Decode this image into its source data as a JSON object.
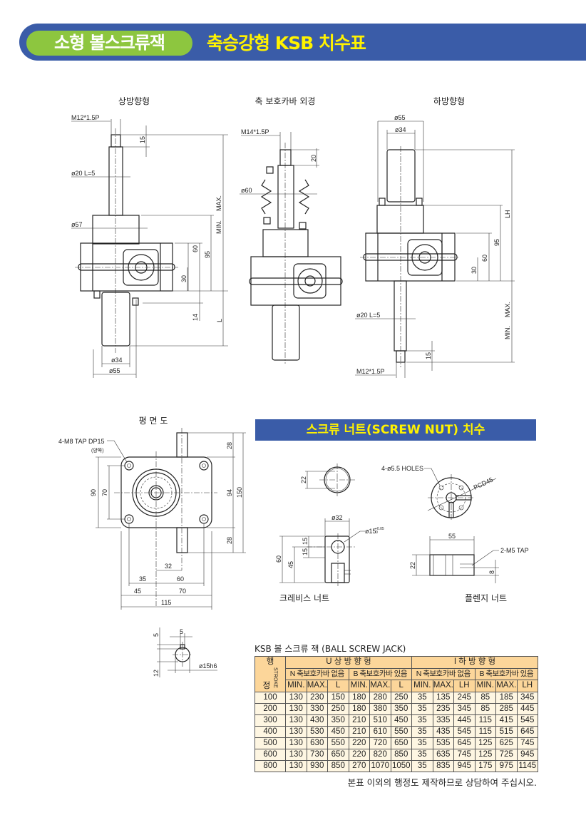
{
  "header": {
    "category": "소형 볼스크류잭",
    "title": "축승강형 KSB 치수표"
  },
  "drawings": {
    "up": {
      "title": "상방향형",
      "thread": "M12*1.5P",
      "d15": "15",
      "shaft": "ø20  L=5",
      "d57": "ø57",
      "max": "MAX.",
      "min": "MIN.",
      "d95": "95",
      "d60": "60",
      "d30": "30",
      "d14": "14",
      "L": "L",
      "d34": "ø34",
      "d55": "ø55"
    },
    "cover": {
      "title": "축 보호카바 외경",
      "thread": "M14*1.5P",
      "d20": "20",
      "d60": "ø60"
    },
    "down": {
      "title": "하방향형",
      "d55": "ø55",
      "d34": "ø34",
      "LH": "LH",
      "d95": "95",
      "d60": "60",
      "d30": "30",
      "max": "MAX.",
      "min": "MIN.",
      "shaft": "ø20  L=5",
      "d15": "15",
      "thread": "M12*1.5P"
    },
    "plan": {
      "title": "평 면 도",
      "tap": "4-M8 TAP DP15",
      "tap_note": "(양쪽)",
      "d28a": "28",
      "d94": "94",
      "d150": "150",
      "d28b": "28",
      "d90": "90",
      "d70v": "70",
      "d32": "32",
      "d35": "35",
      "d60": "60",
      "d45": "45",
      "d70": "70",
      "d115": "115"
    },
    "key": {
      "d5a": "5",
      "d5b": "5",
      "d12": "12",
      "d15h6": "ø15h6"
    }
  },
  "nut": {
    "banner": "스크류 너트(SCREW NUT) 치수",
    "clevis": {
      "label": "크레비스 너트",
      "d22": "22",
      "d32": "ø32",
      "bore": "ø15",
      "tol": "+0.05",
      "tol0": "0",
      "d15a": "15",
      "d15b": "15",
      "d45": "45",
      "d60": "60"
    },
    "flange": {
      "label": "플렌지 너트",
      "holes": "4-ø5.5 HOLES",
      "pcd": "PCD45",
      "d55": "55",
      "tap": "2-M5 TAP",
      "d22": "22",
      "d8": "8"
    }
  },
  "table": {
    "caption": "KSB 볼 스크류 잭 (BALL SCREW JACK)",
    "stroke_ko_1": "행",
    "stroke_ko_2": "정",
    "stroke_en": "STROKE",
    "group_u": "U   상   방   향   형",
    "group_i": "I   하   방   향   형",
    "sub": [
      "N 축보호카바 없음",
      "B 축보호카바 있음",
      "N 축보호카바 없음",
      "B 축보호카바 있음"
    ],
    "cols": [
      "MIN.",
      "MAX.",
      "L",
      "MIN.",
      "MAX.",
      "L",
      "MIN.",
      "MAX.",
      "LH",
      "MIN.",
      "MAX.",
      "LH"
    ],
    "rows": [
      [
        "100",
        "130",
        "230",
        "150",
        "180",
        "280",
        "250",
        "35",
        "135",
        "245",
        "85",
        "185",
        "345"
      ],
      [
        "200",
        "130",
        "330",
        "250",
        "180",
        "380",
        "350",
        "35",
        "235",
        "345",
        "85",
        "285",
        "445"
      ],
      [
        "300",
        "130",
        "430",
        "350",
        "210",
        "510",
        "450",
        "35",
        "335",
        "445",
        "115",
        "415",
        "545"
      ],
      [
        "400",
        "130",
        "530",
        "450",
        "210",
        "610",
        "550",
        "35",
        "435",
        "545",
        "115",
        "515",
        "645"
      ],
      [
        "500",
        "130",
        "630",
        "550",
        "220",
        "720",
        "650",
        "35",
        "535",
        "645",
        "125",
        "625",
        "745"
      ],
      [
        "600",
        "130",
        "730",
        "650",
        "220",
        "820",
        "850",
        "35",
        "635",
        "745",
        "125",
        "725",
        "945"
      ],
      [
        "800",
        "130",
        "930",
        "850",
        "270",
        "1070",
        "1050",
        "35",
        "835",
        "945",
        "175",
        "975",
        "1145"
      ]
    ],
    "note": "본표 이외의 행정도 제작하므로 상담하여 주십시오."
  },
  "colors": {
    "header_blue": "#3a5ca8",
    "pill_green": "#8dc63f",
    "title_yellow": "#fff200",
    "table_head": "#fcd69a",
    "table_body": "#fef6e2"
  }
}
